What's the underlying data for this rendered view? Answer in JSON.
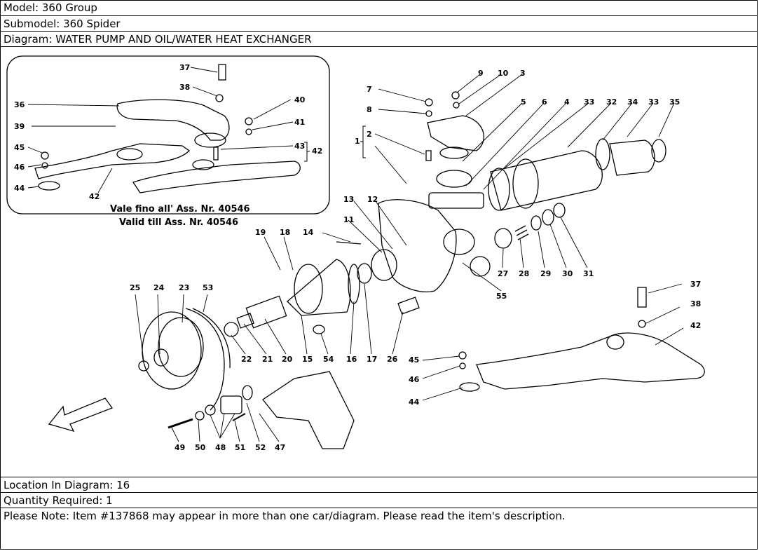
{
  "info": {
    "model": "Model: 360 Group",
    "submodel": "Submodel: 360 Spider",
    "diagram": "Diagram: WATER PUMP AND OIL/WATER HEAT EXCHANGER",
    "location": "Location In Diagram: 16",
    "quantity": "Quantity Required: 1",
    "note": "Please Note: Item #137868 may appear in more than one car/diagram. Please read the item's description."
  },
  "diagram": {
    "inset_note_line1": "Vale fino all' Ass. Nr. 40546",
    "inset_note_line2": "Valid till Ass. Nr. 40546",
    "callouts": [
      "37",
      "38",
      "36",
      "40",
      "39",
      "41",
      "45",
      "43",
      "42",
      "46",
      "44",
      "42",
      "9",
      "10",
      "3",
      "7",
      "8",
      "2",
      "1",
      "5",
      "6",
      "4",
      "33",
      "32",
      "34",
      "33",
      "35",
      "13",
      "12",
      "11",
      "14",
      "19",
      "18",
      "27",
      "28",
      "29",
      "30",
      "31",
      "55",
      "37",
      "38",
      "42",
      "25",
      "24",
      "23",
      "53",
      "22",
      "21",
      "20",
      "15",
      "54",
      "16",
      "17",
      "26",
      "45",
      "46",
      "44",
      "49",
      "50",
      "48",
      "51",
      "52",
      "47"
    ]
  }
}
